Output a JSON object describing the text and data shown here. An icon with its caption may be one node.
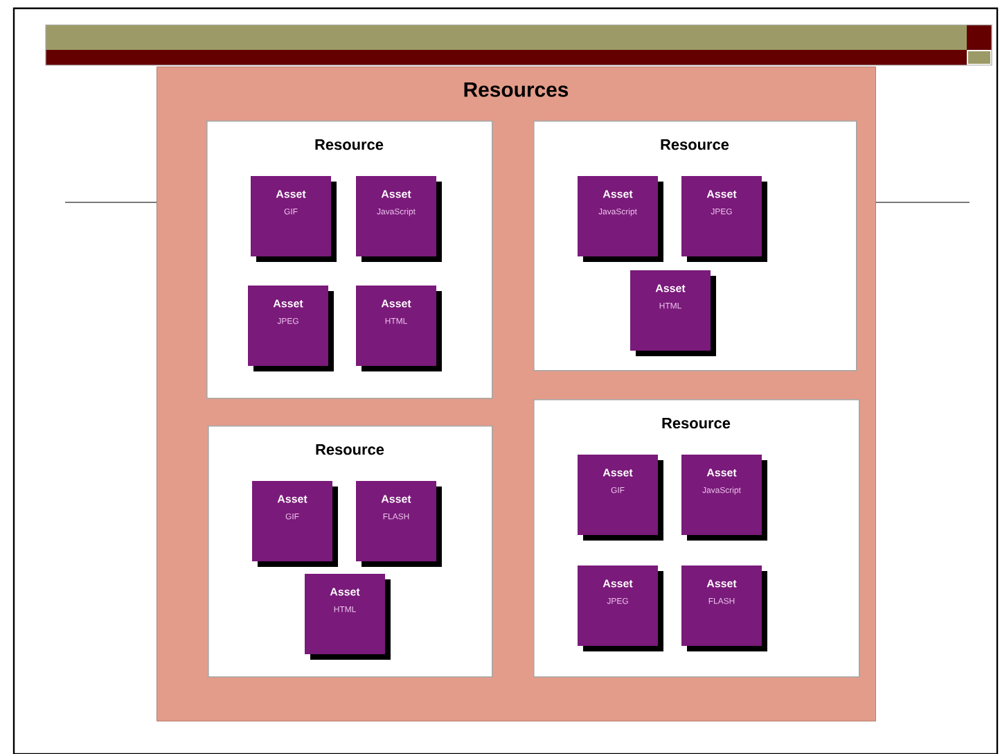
{
  "diagram": {
    "nodes": [
      {
        "text": [
          "Resources"
        ]
      },
      {
        "text": [
          "Resource"
        ],
        "in": 0
      },
      {
        "text": [
          "Asset",
          "GIF"
        ],
        "in": 1
      },
      {
        "text": [
          "Asset",
          "JavaScript"
        ],
        "in": 1
      },
      {
        "text": [
          "Asset",
          "JPEG"
        ],
        "in": 1
      },
      {
        "text": [
          "Asset",
          "HTML"
        ],
        "in": 1
      },
      {
        "text": [
          "Resource"
        ],
        "in": 0
      },
      {
        "text": [
          "Asset",
          "JavaScript"
        ],
        "in": 6
      },
      {
        "text": [
          "Asset",
          "JPEG"
        ],
        "in": 6
      },
      {
        "text": [
          "Asset",
          "HTML"
        ],
        "in": 6
      },
      {
        "text": [
          "Resource"
        ],
        "in": 0
      },
      {
        "text": [
          "Asset",
          "GIF"
        ],
        "in": 10
      },
      {
        "text": [
          "Asset",
          "FLASH"
        ],
        "in": 10
      },
      {
        "text": [
          "Asset",
          "HTML"
        ],
        "in": 10
      },
      {
        "text": [
          "Resource"
        ],
        "in": 0
      },
      {
        "text": [
          "Asset",
          "GIF"
        ],
        "in": 14
      },
      {
        "text": [
          "Asset",
          "JavaScript"
        ],
        "in": 14
      },
      {
        "text": [
          "Asset",
          "JPEG"
        ],
        "in": 14
      },
      {
        "text": [
          "Asset",
          "FLASH"
        ],
        "in": 14
      }
    ]
  }
}
